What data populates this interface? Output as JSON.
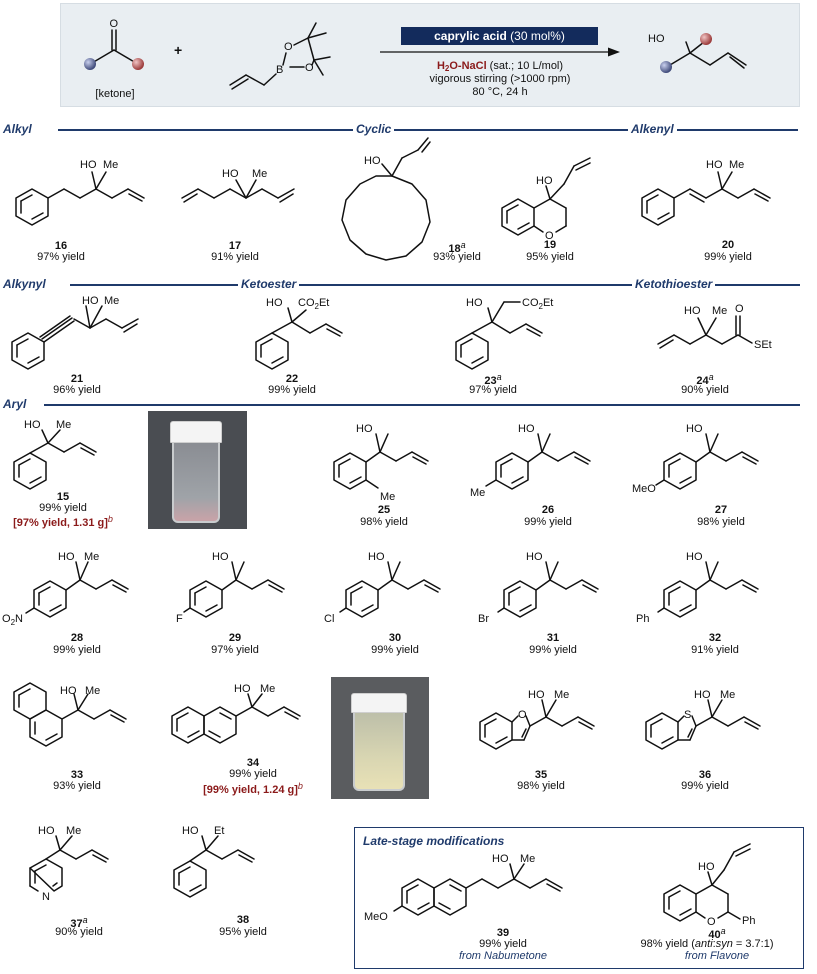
{
  "header": {
    "catalyst_name": "caprylic acid",
    "catalyst_loading": " (30 mol%)",
    "solvent_main": "H",
    "solvent_sub": "2",
    "solvent_rest": "O-NaCl",
    "solvent_detail": " (sat.; 10 L/mol)",
    "condition_stirring": "vigorous stirring (>1000 rpm)",
    "condition_temp_time": "80 °C, 24 h",
    "ketone_label": "[ketone]",
    "plus": "+"
  },
  "sections": {
    "alkyl": "Alkyl",
    "cyclic": "Cyclic",
    "alkenyl": "Alkenyl",
    "alkynyl": "Alkynyl",
    "ketoester": "Ketoester",
    "ketothioester": "Ketothioester",
    "aryl": "Aryl",
    "late_stage": "Late-stage modifications"
  },
  "atoms": {
    "O": "O",
    "B": "B",
    "HO": "HO",
    "Me": "Me",
    "Et": "Et",
    "Ph": "Ph",
    "F": "F",
    "Cl": "Cl",
    "Br": "Br",
    "MeO": "MeO",
    "N": "N",
    "S": "S",
    "SEt": "SEt",
    "CO2Et_a": "CO",
    "CO2Et_b": "2",
    "CO2Et_c": "Et",
    "O2N_a": "O",
    "O2N_b": "2",
    "O2N_c": "N"
  },
  "compounds": [
    {
      "id": "16",
      "sup": "",
      "yield": "97% yield"
    },
    {
      "id": "17",
      "sup": "",
      "yield": "91% yield"
    },
    {
      "id": "18",
      "sup": "a",
      "yield": "93% yield"
    },
    {
      "id": "19",
      "sup": "",
      "yield": "95% yield"
    },
    {
      "id": "20",
      "sup": "",
      "yield": "99% yield"
    },
    {
      "id": "21",
      "sup": "",
      "yield": "96% yield"
    },
    {
      "id": "22",
      "sup": "",
      "yield": "99% yield"
    },
    {
      "id": "23",
      "sup": "a",
      "yield": "97% yield"
    },
    {
      "id": "24",
      "sup": "a",
      "yield": "90% yield"
    },
    {
      "id": "15",
      "sup": "",
      "yield": "99% yield"
    },
    {
      "id": "25",
      "sup": "",
      "yield": "98% yield"
    },
    {
      "id": "26",
      "sup": "",
      "yield": "99% yield"
    },
    {
      "id": "27",
      "sup": "",
      "yield": "98% yield"
    },
    {
      "id": "28",
      "sup": "",
      "yield": "99% yield"
    },
    {
      "id": "29",
      "sup": "",
      "yield": "97% yield"
    },
    {
      "id": "30",
      "sup": "",
      "yield": "99% yield"
    },
    {
      "id": "31",
      "sup": "",
      "yield": "99% yield"
    },
    {
      "id": "32",
      "sup": "",
      "yield": "91% yield"
    },
    {
      "id": "33",
      "sup": "",
      "yield": "93% yield"
    },
    {
      "id": "34",
      "sup": "",
      "yield": "99% yield"
    },
    {
      "id": "35",
      "sup": "",
      "yield": "98% yield"
    },
    {
      "id": "36",
      "sup": "",
      "yield": "99% yield"
    },
    {
      "id": "37",
      "sup": "a",
      "yield": "90% yield"
    },
    {
      "id": "38",
      "sup": "",
      "yield": "95% yield"
    },
    {
      "id": "39",
      "sup": "",
      "yield": "99% yield"
    },
    {
      "id": "40",
      "sup": "a",
      "yield": "98% yield"
    }
  ],
  "scaleups": {
    "c15": {
      "text": "[97% yield, 1.31 g]",
      "sup": "b"
    },
    "c34": {
      "text": "[99% yield, 1.24 g]",
      "sup": "b"
    }
  },
  "late_stage": {
    "c39_source": "from Nabumetone",
    "c40_yield_prefix": "98% yield (",
    "c40_anti": "anti",
    "c40_colon": ":",
    "c40_syn": "syn",
    "c40_ratio": " = 3.7:1)",
    "c40_source": "from Flavone"
  },
  "colors": {
    "accent": "#1f3a6b",
    "header_bg": "#e9eef2",
    "catalyst_bg": "#132b5c",
    "scaleup_text": "#8b1a1a",
    "ball_blue": "#3f4a7a",
    "ball_red": "#9b3a3a"
  }
}
